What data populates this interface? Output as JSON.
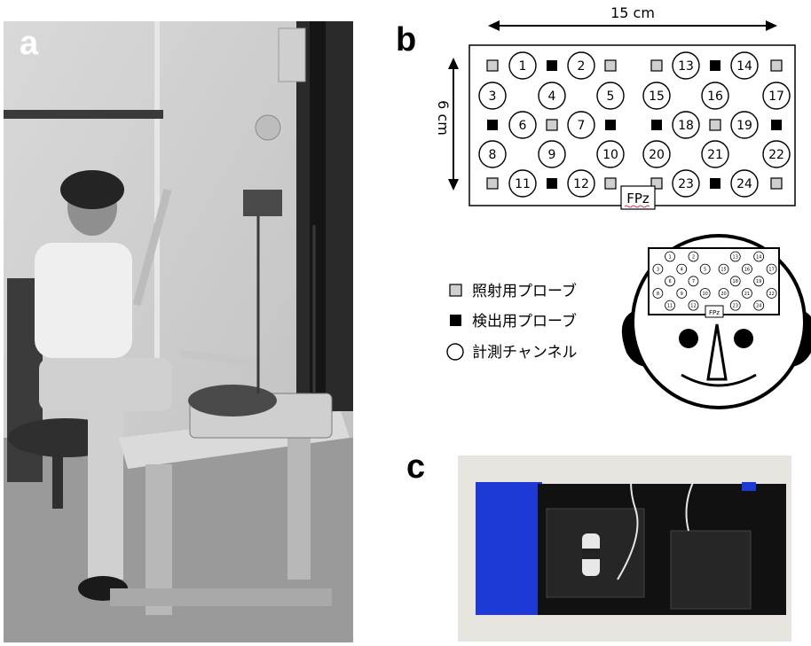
{
  "figure": {
    "panel_a": {
      "letter": "a"
    },
    "panel_b": {
      "letter": "b",
      "width_label": "15 cm",
      "height_label": "6 cm",
      "fpz_label": "FPz",
      "channels": [
        "1",
        "2",
        "3",
        "4",
        "5",
        "6",
        "7",
        "8",
        "9",
        "10",
        "11",
        "12",
        "13",
        "14",
        "15",
        "16",
        "17",
        "18",
        "19",
        "20",
        "21",
        "22",
        "23",
        "24"
      ],
      "legend": [
        {
          "symbol": "gray-square",
          "text": "照射用プローブ"
        },
        {
          "symbol": "black-square",
          "text": "検出用プローブ"
        },
        {
          "symbol": "circle",
          "text": "計測チャンネル"
        }
      ]
    },
    "panel_c": {
      "letter": "c"
    }
  }
}
